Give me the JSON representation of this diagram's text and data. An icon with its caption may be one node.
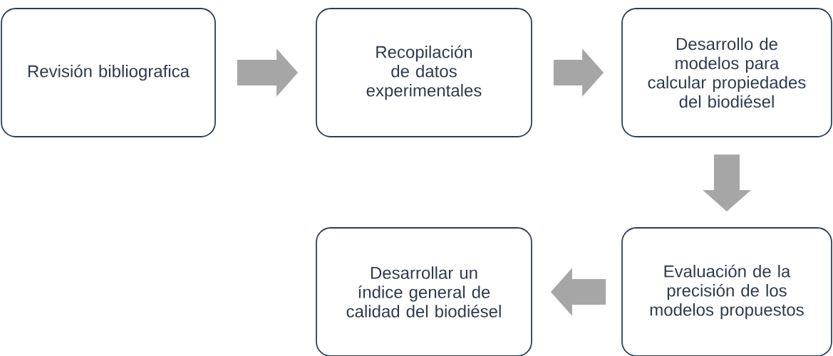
{
  "diagram": {
    "nodes": [
      {
        "text": [
          "Revisión bibliografica"
        ]
      },
      {
        "text": [
          "Recopilación de datos experimentales"
        ]
      },
      {
        "text": [
          "Desarrollo de modelos para calcular propiedades del biodiésel"
        ]
      },
      {
        "text": [
          "Desarrollar un índice general de calidad del biodiésel"
        ]
      },
      {
        "text": [
          "Evaluación de la precisión de los modelos propuestos"
        ]
      }
    ],
    "edges": [
      {
        "from": 0,
        "to": 1,
        "arrow": "to"
      },
      {
        "from": 1,
        "to": 2,
        "arrow": "to"
      },
      {
        "from": 2,
        "to": 4,
        "arrow": "to"
      },
      {
        "from": 4,
        "to": 3,
        "arrow": "to"
      }
    ]
  }
}
